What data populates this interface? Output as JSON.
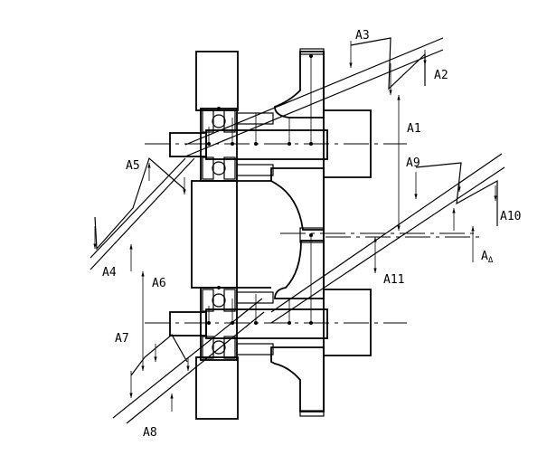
{
  "labels": {
    "a1": "A1",
    "a2": "A2",
    "a3": "A3",
    "a4": "A4",
    "a5": "A5",
    "a6": "A6",
    "a7": "A7",
    "a8": "A8",
    "a9": "A9",
    "a10": "A10",
    "a11": "A11",
    "a_delta_main": "A",
    "a_delta_sub": "Δ"
  }
}
